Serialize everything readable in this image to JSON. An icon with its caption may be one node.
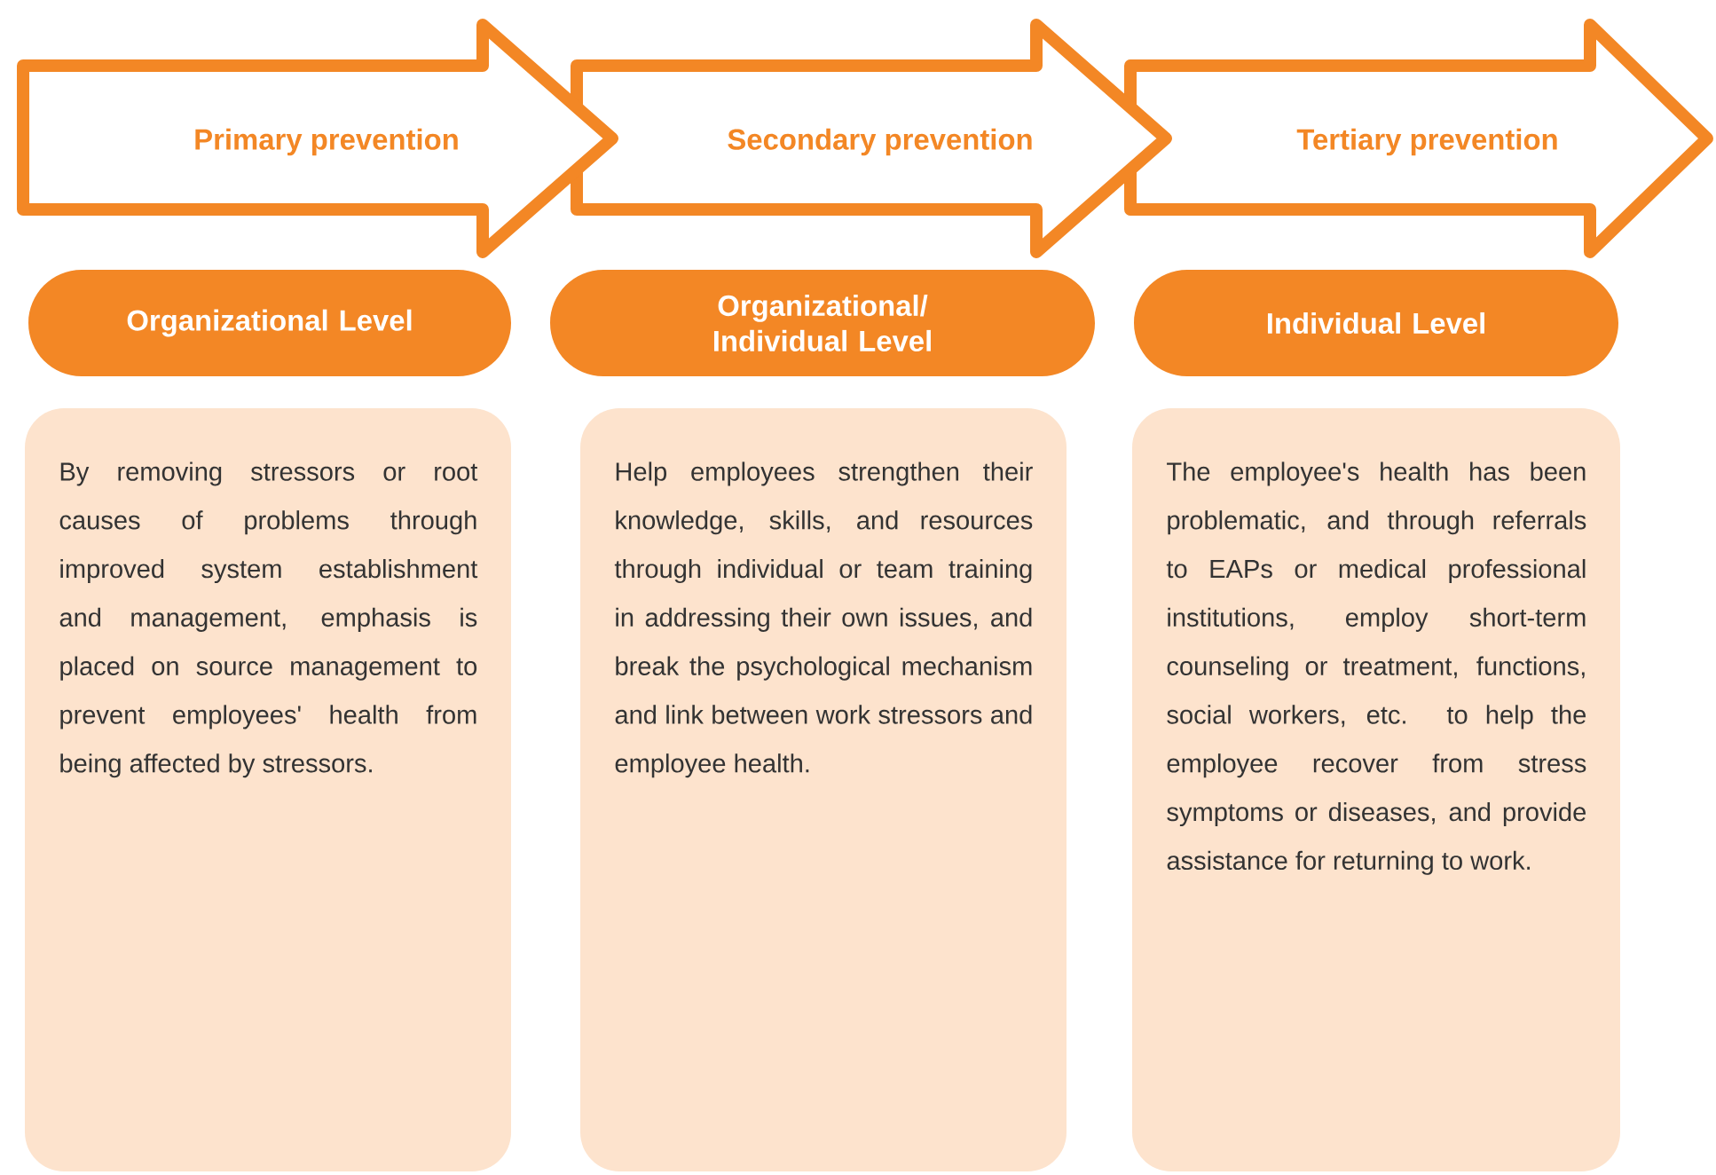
{
  "diagram": {
    "nodes": [
      {
        "text": [
          "Primary prevention"
        ]
      },
      {
        "text": [
          "Secondary prevention"
        ]
      },
      {
        "text": [
          "Tertiary prevention"
        ]
      },
      {
        "text": [
          "Organizational Level"
        ]
      },
      {
        "text": [
          "Organizational/ Individual Level"
        ]
      },
      {
        "text": [
          "Individual Level"
        ]
      },
      {
        "text": [
          "By removing stressors or root causes of problems through improved system establishment and management, emphasis is placed on source management to prevent employees' health from being affected by stressors."
        ]
      },
      {
        "text": [
          "Help employees strengthen their knowledge, skills, and resources through individual or team training in addressing their own issues, and break the psychological mechanism and link between work stressors and employee health."
        ]
      },
      {
        "text": [
          "The employee's health has been problematic, and through referrals to EAPs or medical professional institutions, employ short-term counseling or treatment, functions, social workers, etc. to help the employee recover from stress symptoms or diseases, and provide assistance for returning to work."
        ]
      }
    ]
  }
}
